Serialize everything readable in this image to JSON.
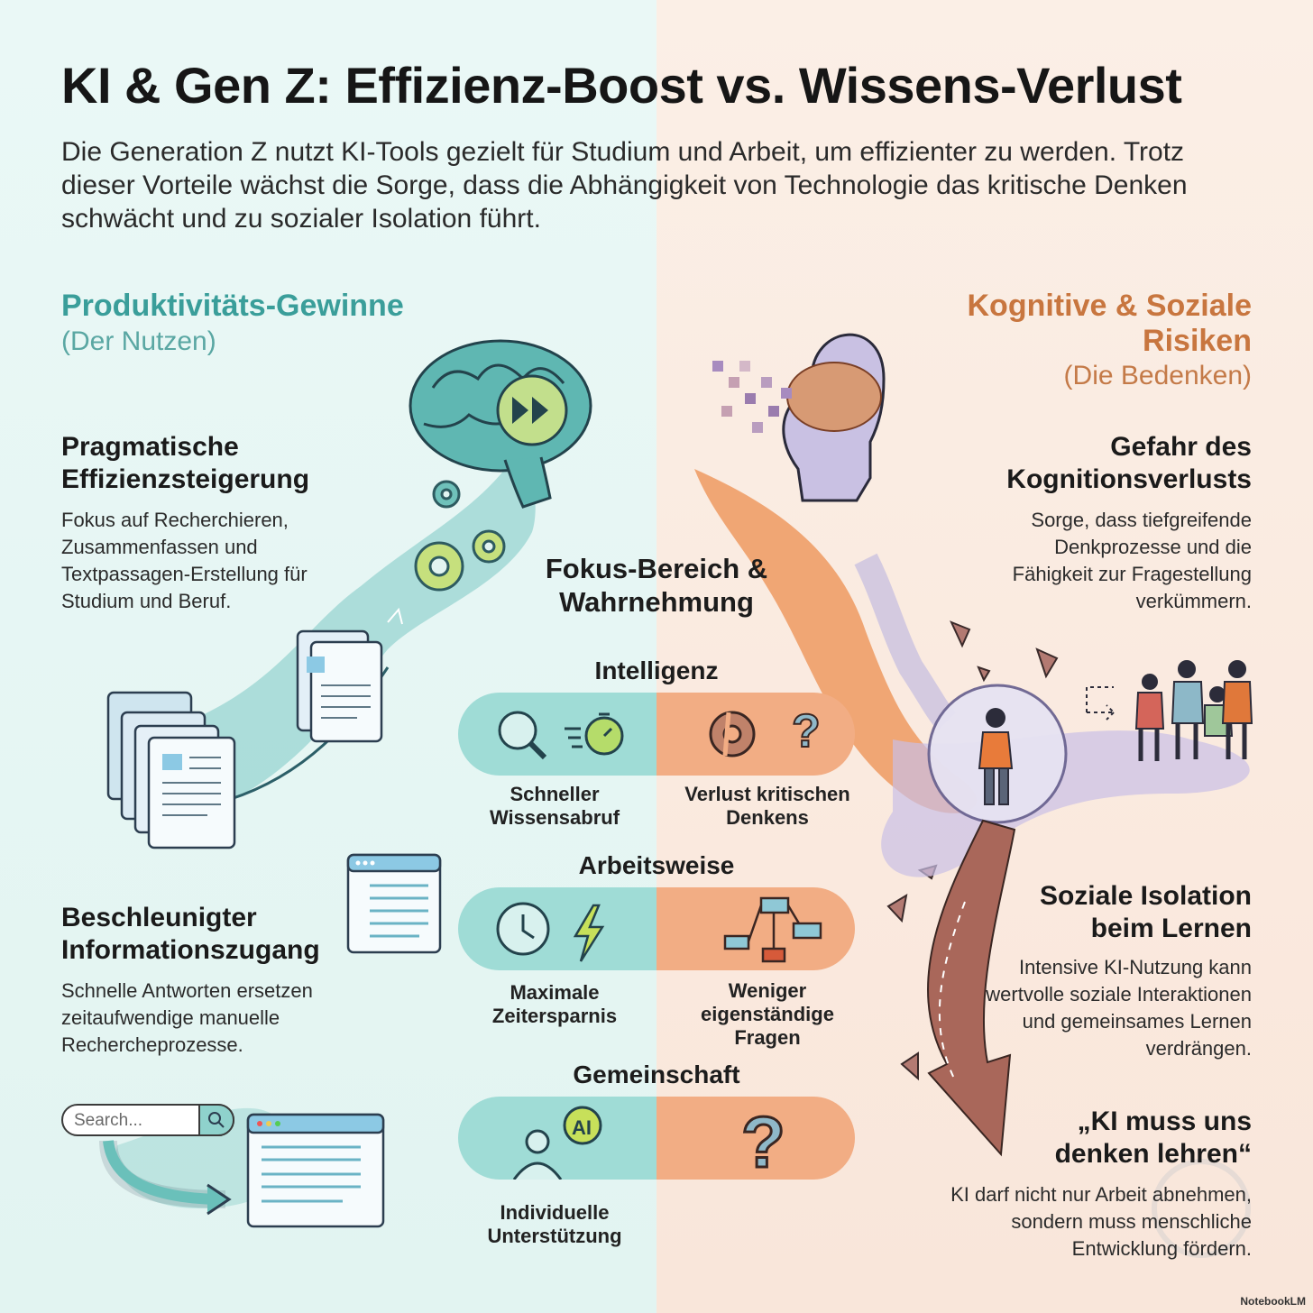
{
  "header": {
    "title": "KI & Gen Z: Effizienz-Boost vs. Wissens-Verlust",
    "intro": "Die Generation Z nutzt KI-Tools gezielt für Studium und Arbeit, um effizienter zu werden. Trotz dieser Vorteile wächst die Sorge, dass die Abhängigkeit von Technologie das kritische Denken schwächt und zu sozialer Isolation führt."
  },
  "left": {
    "title": "Produktivitäts-Gewinne",
    "subtitle": "(Der Nutzen)",
    "block1": {
      "heading": "Pragmatische Effizienzsteigerung",
      "text": "Fokus auf Recherchieren, Zusammenfassen und Textpassagen-Erstellung für Studium und Beruf."
    },
    "block2": {
      "heading": "Beschleunigter Informationszugang",
      "text": "Schnelle Antworten ersetzen zeitaufwendige manuelle Rechercheprozesse."
    },
    "search_placeholder": "Search..."
  },
  "right": {
    "title": "Kognitive & Soziale Risiken",
    "subtitle": "(Die Bedenken)",
    "block1": {
      "heading": "Gefahr des Kognitionsverlusts",
      "text": "Sorge, dass tiefgreifende Denkprozesse und die Fähigkeit zur Fragestellung verkümmern."
    },
    "block2": {
      "heading": "Soziale Isolation beim Lernen",
      "text": "Intensive KI-Nutzung kann wertvolle soziale Interaktionen und gemeinsames Lernen verdrängen."
    },
    "block3": {
      "heading": "„KI muss uns denken lehren“",
      "text": "KI darf nicht nur Arbeit abnehmen, sondern muss menschliche Entwicklung fördern."
    }
  },
  "center": {
    "title": "Fokus-Bereich & Wahrnehmung",
    "rows": [
      {
        "category": "Intelligenz",
        "left_label": "Schneller Wissensabruf",
        "right_label": "Verlust kritischen Denkens"
      },
      {
        "category": "Arbeitsweise",
        "left_label": "Maximale Zeitersparnis",
        "right_label": "Weniger eigenständige Fragen"
      },
      {
        "category": "Gemeinschaft",
        "left_label": "Individuelle Unterstützung",
        "right_label": ""
      }
    ],
    "ai_badge": "AI"
  },
  "colors": {
    "teal": "#3a9e9a",
    "orange": "#c8763f",
    "pill_teal": "#9fdcd6",
    "pill_orange": "#f2ad84"
  },
  "icons": [
    "brain-fast-forward-icon",
    "gear-icon",
    "document-stack-icon",
    "browser-window-icon",
    "search-icon",
    "arrow-icon",
    "head-pixel-icon",
    "bubble-person-icon",
    "people-group-icon",
    "magnifier-icon",
    "stopwatch-icon",
    "broken-gear-icon",
    "question-icon",
    "clock-icon",
    "lightning-icon",
    "flowchart-icon",
    "person-ai-icon",
    "question-mark-icon"
  ],
  "brand": "NotebookLM"
}
